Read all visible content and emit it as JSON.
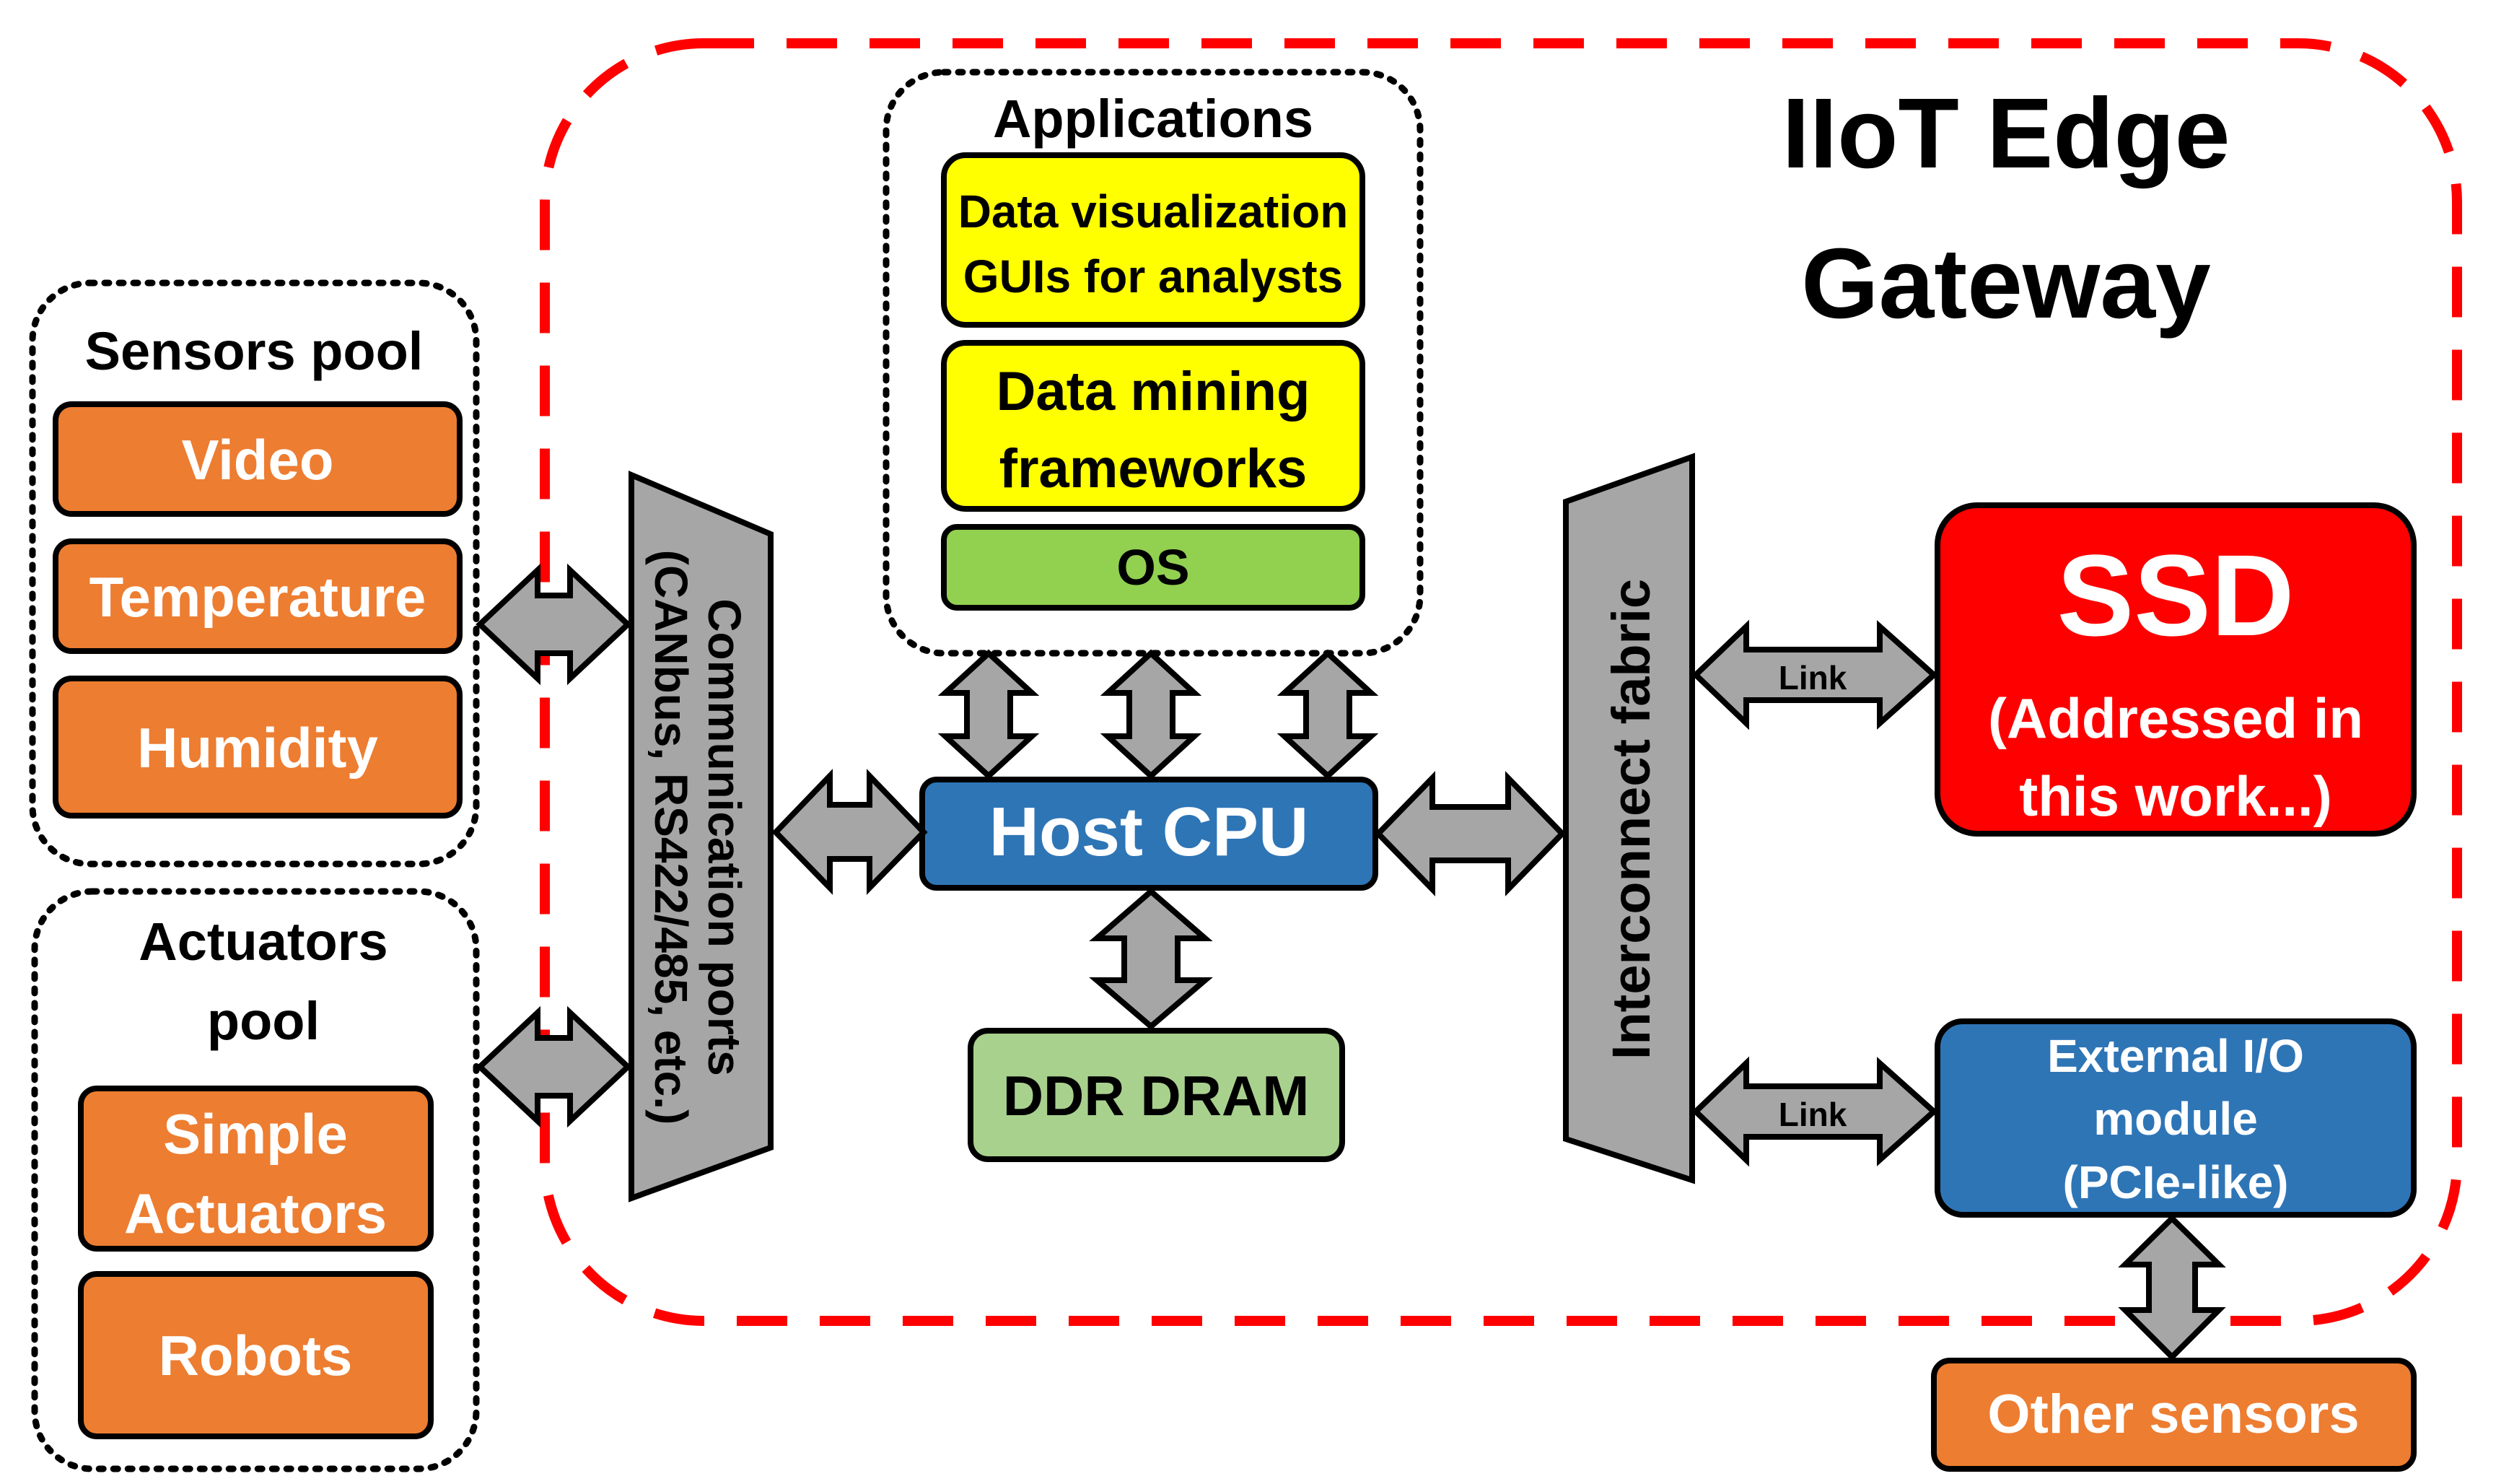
{
  "title": {
    "line1": "IIoT Edge",
    "line2": "Gateway"
  },
  "sensors_pool": {
    "label": "Sensors pool",
    "items": [
      "Video",
      "Temperature",
      "Humidity"
    ]
  },
  "actuators_pool": {
    "label_line1": "Actuators",
    "label_line2": "pool",
    "items": [
      {
        "line1": "Simple",
        "line2": "Actuators"
      },
      {
        "line1": "Robots",
        "line2": ""
      }
    ]
  },
  "comm_ports": {
    "line1": "Communication ports",
    "line2": "(CANbus, RS422/485, etc.)"
  },
  "applications": {
    "label": "Applications",
    "data_vis": {
      "line1": "Data visualization",
      "line2": "GUIs for analysts"
    },
    "data_mining": {
      "line1": "Data mining",
      "line2": "frameworks"
    },
    "os": "OS"
  },
  "host_cpu": "Host CPU",
  "ddr_dram": "DDR DRAM",
  "interconnect": "Interconnect fabric",
  "ssd": {
    "title": "SSD",
    "line1": "(Addressed in",
    "line2": "this work...)"
  },
  "link_ssd": "Link",
  "link_io": "Link",
  "external_io": {
    "line1": "External I/O",
    "line2": "module",
    "line3": "(PCIe-like)"
  },
  "other_sensors": "Other sensors",
  "colors": {
    "orange": "#ed7d31",
    "yellow": "#ffff00",
    "green_os": "#92d050",
    "green_dram": "#a9d18e",
    "blue": "#2e75b6",
    "red_ssd": "#ff0000",
    "gray": "#a6a6a6",
    "dashed_red": "#ff0000"
  }
}
